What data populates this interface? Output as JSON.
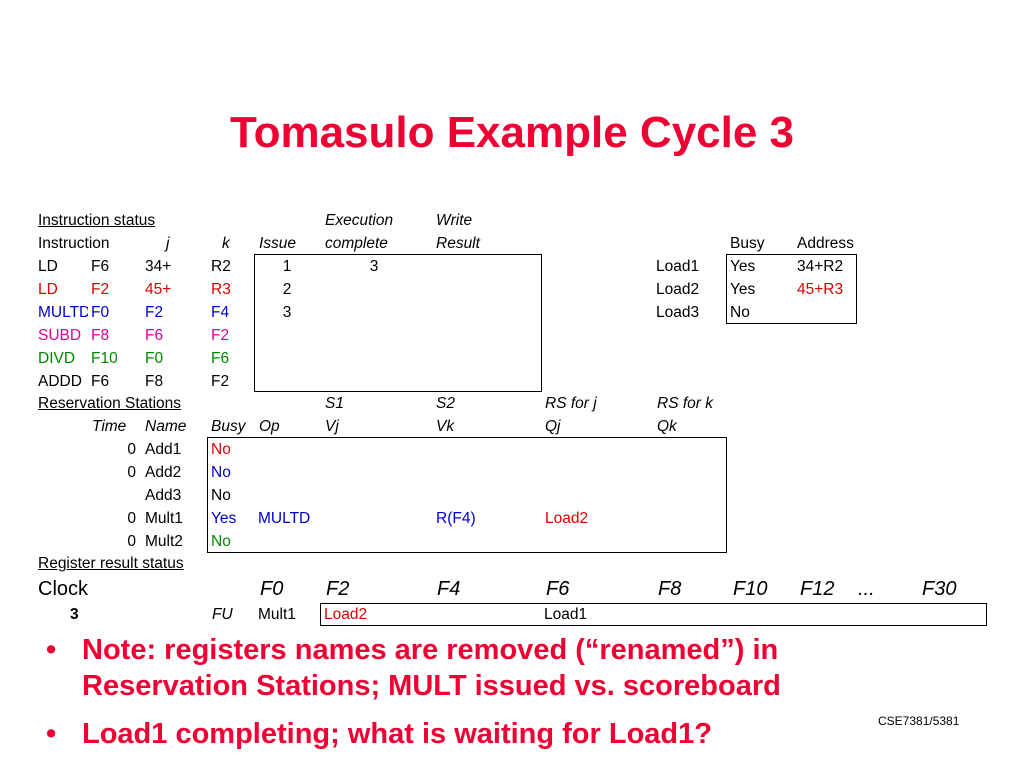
{
  "title": "Tomasulo Example Cycle 3",
  "instruction_status": {
    "section_label": "Instruction status",
    "header_top": {
      "execution": "Execution",
      "write": "Write"
    },
    "header": {
      "instruction": "Instruction",
      "j": "j",
      "k": "k",
      "issue": "Issue",
      "exec_complete": "complete",
      "write_result": "Result"
    },
    "rows": [
      {
        "op": "LD",
        "dest": "F6",
        "j": "34+",
        "k": "R2",
        "issue": "1",
        "exec": "3",
        "write": ""
      },
      {
        "op": "LD",
        "dest": "F2",
        "j": "45+",
        "k": "R3",
        "issue": "2",
        "exec": "",
        "write": ""
      },
      {
        "op": "MULTD",
        "dest": "F0",
        "j": "F2",
        "k": "F4",
        "issue": "3",
        "exec": "",
        "write": ""
      },
      {
        "op": "SUBD",
        "dest": "F8",
        "j": "F6",
        "k": "F2",
        "issue": "",
        "exec": "",
        "write": ""
      },
      {
        "op": "DIVD",
        "dest": "F10",
        "j": "F0",
        "k": "F6",
        "issue": "",
        "exec": "",
        "write": ""
      },
      {
        "op": "ADDD",
        "dest": "F6",
        "j": "F8",
        "k": "F2",
        "issue": "",
        "exec": "",
        "write": ""
      }
    ],
    "row_colors": [
      "#000000",
      "#dd0000",
      "#0000cc",
      "#dd0099",
      "#008800",
      "#000000"
    ]
  },
  "load_buffers": {
    "header": {
      "busy": "Busy",
      "address": "Address"
    },
    "rows": [
      {
        "name": "Load1",
        "busy": "Yes",
        "address": "34+R2"
      },
      {
        "name": "Load2",
        "busy": "Yes",
        "address": "45+R3"
      },
      {
        "name": "Load3",
        "busy": "No",
        "address": ""
      }
    ]
  },
  "reservation_stations": {
    "section_label": "Reservation Stations",
    "header_top": {
      "s1": "S1",
      "s2": "S2",
      "rsj": "RS for j",
      "rsk": "RS for k"
    },
    "header": {
      "time": "Time",
      "name": "Name",
      "busy": "Busy",
      "op": "Op",
      "vj": "Vj",
      "vk": "Vk",
      "qj": "Qj",
      "qk": "Qk"
    },
    "rows": [
      {
        "time": "0",
        "name": "Add1",
        "busy": "No",
        "op": "",
        "vj": "",
        "vk": "",
        "qj": "",
        "qk": ""
      },
      {
        "time": "0",
        "name": "Add2",
        "busy": "No",
        "op": "",
        "vj": "",
        "vk": "",
        "qj": "",
        "qk": ""
      },
      {
        "time": "",
        "name": "Add3",
        "busy": "No",
        "op": "",
        "vj": "",
        "vk": "",
        "qj": "",
        "qk": ""
      },
      {
        "time": "0",
        "name": "Mult1",
        "busy": "Yes",
        "op": "MULTD",
        "vj": "",
        "vk": "R(F4)",
        "qj": "Load2",
        "qk": ""
      },
      {
        "time": "0",
        "name": "Mult2",
        "busy": "No",
        "op": "",
        "vj": "",
        "vk": "",
        "qj": "",
        "qk": ""
      }
    ]
  },
  "register_status": {
    "section_label": "Register result status",
    "clock_label": "Clock",
    "clock_value": "3",
    "fu_label": "FU",
    "registers": [
      "F0",
      "F2",
      "F4",
      "F6",
      "F8",
      "F10",
      "F12",
      "...",
      "F30"
    ],
    "values": [
      "Mult1",
      "Load2",
      "",
      "Load1",
      "",
      "",
      "",
      "",
      ""
    ]
  },
  "bullets": [
    "Note: registers names are removed (“renamed”) in Reservation Stations; MULT issued vs. scoreboard",
    "Load1 completing; what is waiting for Load1?"
  ],
  "footer": "CSE7381/5381"
}
